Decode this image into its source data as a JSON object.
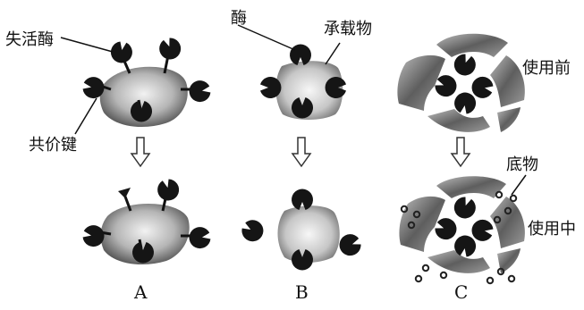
{
  "labels": {
    "inactive_enzyme": "失活酶",
    "enzyme": "酶",
    "carrier": "承载物",
    "covalent_bond": "共价键",
    "before_use": "使用前",
    "substrate": "底物",
    "in_use": "使用中"
  },
  "panels": [
    "A",
    "B",
    "C"
  ],
  "colors": {
    "enzyme": "#151515",
    "carrier_light": "#eeeeee",
    "carrier_dark": "#5a5a5a",
    "line": "#111111"
  }
}
